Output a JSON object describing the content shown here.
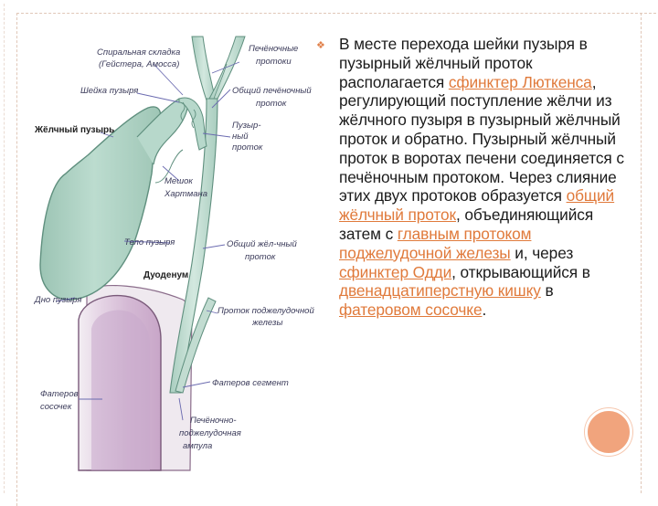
{
  "diagram": {
    "labels": {
      "spiral_fold_1": "Спиральная складка",
      "spiral_fold_2": "(Гейстера, Амосса)",
      "hepatic_ducts_1": "Печёночные",
      "hepatic_ducts_2": "протоки",
      "neck": "Шейка пузыря",
      "common_hepatic_1": "Общий печёночный",
      "common_hepatic_2": "проток",
      "gallbladder": "Жёлчный пузырь",
      "cystic_duct_1": "Пузыр-",
      "cystic_duct_2": "ный",
      "cystic_duct_3": "проток",
      "pouch_1": "Мешок",
      "pouch_2": "Хартмана",
      "body": "Тело пузыря",
      "common_bile_1": "Общий жёл-чный",
      "common_bile_2": "проток",
      "duodenum": "Дуоденум",
      "fundus": "Дно пузыря",
      "pancreatic_duct_1": "Проток поджелудочной",
      "pancreatic_duct_2": "железы",
      "vater_segment": "Фатеров сегмент",
      "vater_papilla_1": "Фатеров",
      "vater_papilla_2": "сосочек",
      "ampulla_1": "Печёночно-",
      "ampulla_2": "поджелудочная",
      "ampulla_3": "ампула"
    }
  },
  "text": {
    "p1": "В месте перехода шейки пузыря в пузырный жёлчный проток располагается ",
    "link1": "сфинктер Люткенса",
    "p2": ", регулирующий поступление жёлчи из жёлчного пузыря в пузырный жёлчный проток и обратно. Пузырный жёлчный проток в воротах печени соединяется с печёночным протоком. Через слияние этих двух протоков образуется ",
    "link2": "общий жёлчный проток",
    "p3": ", объединяющийся затем с ",
    "link3": "главным протоком поджелудочной железы",
    "p4": " и, через ",
    "link4": "сфинктер Одди",
    "p5": ", открывающийся в ",
    "link5": "двенадцатиперстную кишку",
    "p6": " в ",
    "link6": "фатеровом сосочке",
    "p7": "."
  },
  "colors": {
    "organ_fill": "#aed0c2",
    "organ_stroke": "#5f8f7e",
    "duodenum_fill": "#d9bfd8",
    "link": "#e07a3b",
    "accent_circle": "#f1a47d"
  }
}
